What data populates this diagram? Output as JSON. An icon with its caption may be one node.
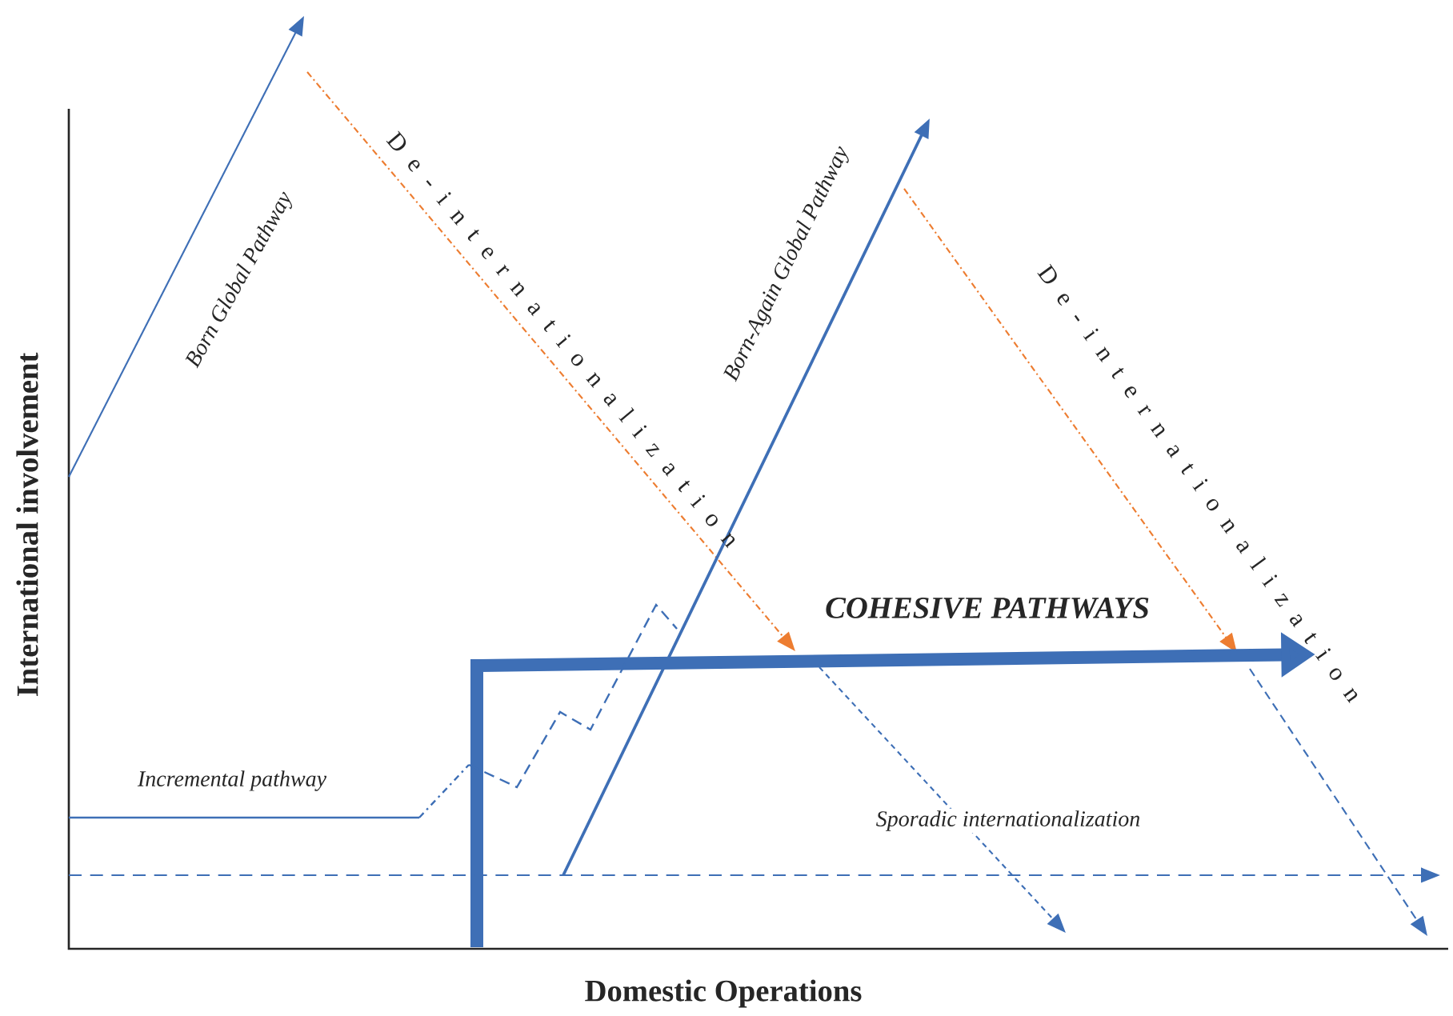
{
  "diagram": {
    "labels": [
      "Born Global Pathway",
      "D e - i n t e r n a t i o n a l i z a t i o n",
      "Born-Again Global Pathway",
      "D e - i n t e r n a t i o n a l i z a t i o n",
      "International involvement",
      "COHESIVE PATHWAYS",
      "Incremental pathway",
      "Sporadic internationalization",
      "Domestic Operations"
    ]
  }
}
